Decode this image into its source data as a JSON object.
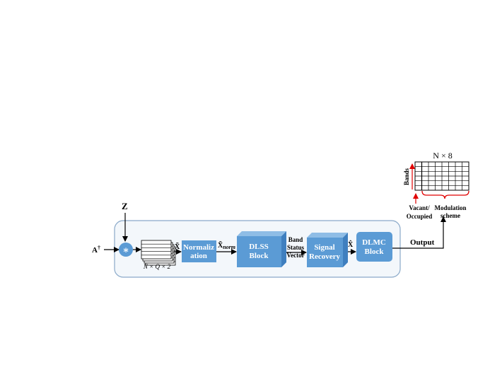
{
  "inputs": {
    "a_dagger": "A",
    "a_dagger_sup": "†",
    "z": "Z",
    "star": "∗"
  },
  "tensor": {
    "label": "N × Q × 2",
    "x_tilde": "X̃"
  },
  "blocks": {
    "normalization": [
      "Normaliz",
      "ation"
    ],
    "dlss": [
      "DLSS",
      "Block"
    ],
    "signal_recovery": [
      "Signal",
      "Recovery"
    ],
    "dlmc": [
      "DLMC",
      "Block"
    ]
  },
  "edges": {
    "x_norm_main": "X̃",
    "x_norm_sub": "norm",
    "band_status": [
      "Band",
      "Status",
      "Vector"
    ],
    "x_hat": "X̂",
    "output": "Output"
  },
  "output_grid": {
    "title": "N × 8",
    "rows": 6,
    "cols": 8,
    "bands_label": "Bands",
    "vacant_label": [
      "Vacant/",
      "Occupied"
    ],
    "modulation_label": [
      "Modulation",
      "scheme"
    ]
  },
  "colors": {
    "block": "#5b9bd5",
    "block_dark": "#3f7fbf",
    "frame_fill": "#f3f7fb",
    "frame_stroke": "#8aa9c9",
    "accent": "#e00000"
  }
}
